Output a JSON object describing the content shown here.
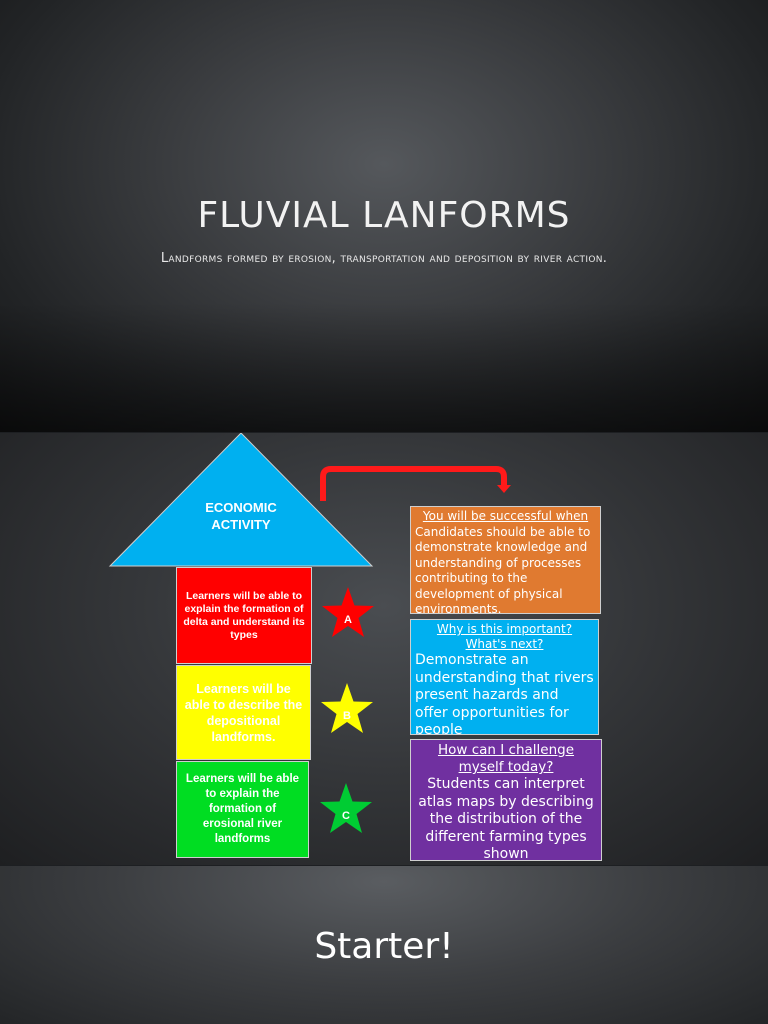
{
  "slide1": {
    "title": "FLUVIAL LANFORMS",
    "subtitle": "Landforms formed by erosion, transportation and deposition by river action."
  },
  "slide2": {
    "arrow_label": "ECONOMIC ACTIVITY",
    "levels": [
      {
        "text": "Learners will be able to explain the formation of delta and understand its types",
        "star": "A",
        "color": "#ff0000"
      },
      {
        "text": "Learners will be able to describe the depositional landforms.",
        "star": "B",
        "color": "#ffff00"
      },
      {
        "text": "Learners will be able to explain the formation of erosional river landforms",
        "star": "C",
        "color": "#00dd22"
      }
    ],
    "panels": [
      {
        "heading": "You will be successful when",
        "body": "Candidates should be able to demonstrate knowledge and understanding of processes contributing to the development of physical environments.",
        "color": "#e07a30"
      },
      {
        "heading": "Why is this important? What's next?",
        "body": "Demonstrate an understanding that rivers present hazards and offer opportunities for people",
        "color": "#00b0f0"
      },
      {
        "heading": "How can I challenge myself today?",
        "body": "Students can interpret atlas maps by describing the distribution of the different farming types shown",
        "color": "#7030a0"
      }
    ]
  },
  "slide3": {
    "title": "Starter!"
  }
}
